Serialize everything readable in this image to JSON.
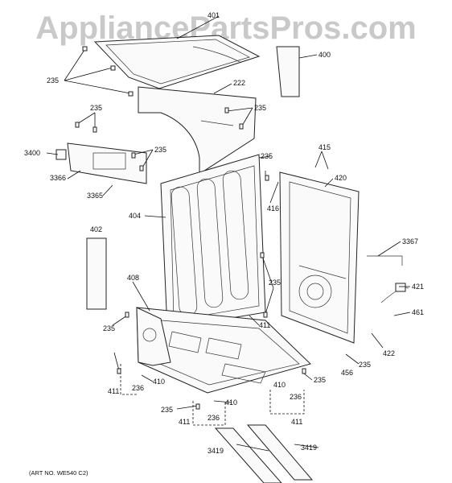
{
  "watermark": "AppliancePartsPros.com",
  "art_number": "(ART NO. WE540 C2)",
  "callouts": {
    "c401": "401",
    "c400": "400",
    "c235_top": "235",
    "c222": "222",
    "c235_a": "235",
    "c235_b": "235",
    "c3400": "3400",
    "c235_c": "235",
    "c3366": "3366",
    "c3365": "3365",
    "c235_d": "235",
    "c415": "415",
    "c420": "420",
    "c404": "404",
    "c416": "416",
    "c402": "402",
    "c3367": "3367",
    "c408": "408",
    "c235_e": "235",
    "c421": "421",
    "c461": "461",
    "c235_f": "235",
    "c411_a": "411",
    "c422": "422",
    "c235_g": "235",
    "c456": "456",
    "c235_h": "235",
    "c411_b": "411",
    "c236_a": "236",
    "c410_a": "410",
    "c410_b": "410",
    "c236_b": "236",
    "c235_i": "235",
    "c410_c": "410",
    "c411_c": "411",
    "c236_c": "236",
    "c411_d": "411",
    "c3419_a": "3419",
    "c3419_b": "3419"
  }
}
